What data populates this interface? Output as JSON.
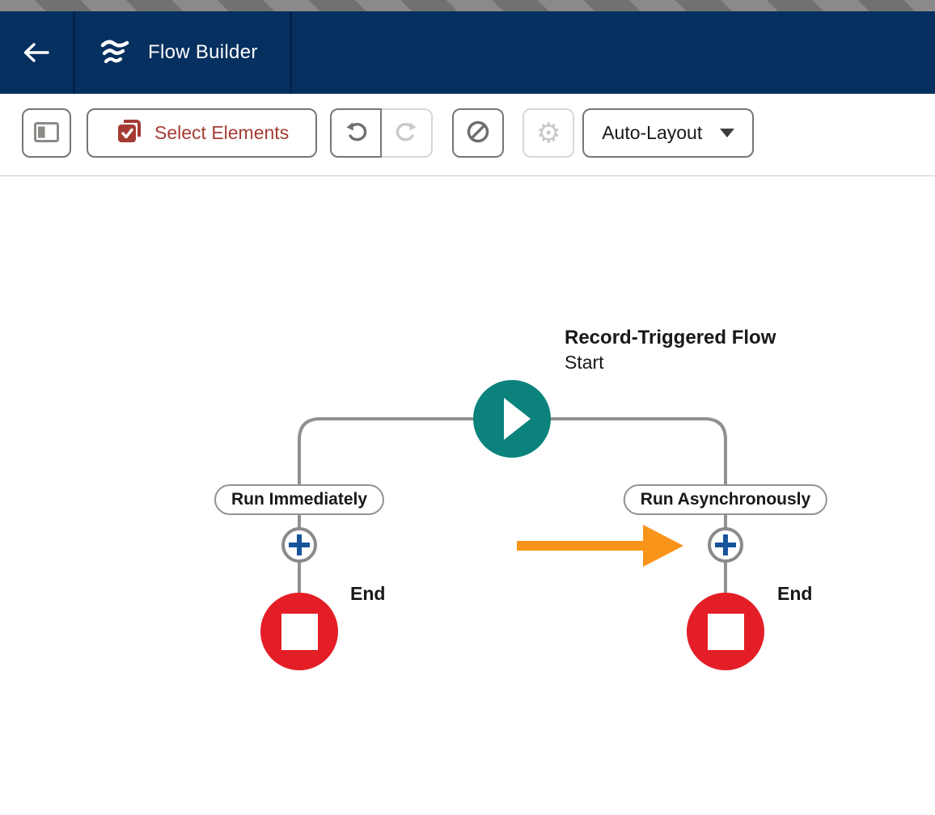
{
  "header": {
    "app_title": "Flow Builder"
  },
  "toolbar": {
    "select_elements_label": "Select Elements",
    "auto_layout_label": "Auto-Layout",
    "undo_enabled": true,
    "redo_enabled": false,
    "gear_enabled": false
  },
  "canvas": {
    "start": {
      "title": "Record-Triggered Flow",
      "subtitle": "Start"
    },
    "branches": [
      {
        "label": "Run Immediately"
      },
      {
        "label": "Run Asynchronously"
      }
    ],
    "ends": [
      {
        "label": "End"
      },
      {
        "label": "End"
      }
    ]
  },
  "colors": {
    "header-navy": "#06305F",
    "header-divider": "#02234C",
    "stripe-light": "#8A8A8A",
    "stripe-dark": "#717171",
    "toolbar-border": "#767676",
    "toolbar-border-disabled": "#D7D7D5",
    "icon-gray": "#706E6B",
    "icon-gray-disabled": "#C9C9C7",
    "select-red": "#A43C34",
    "connector-gray": "#919191",
    "node-teal": "#0B827C",
    "node-red": "#E41E26",
    "plus-blue": "#17549B",
    "arrow-orange": "#F9941A",
    "text-dark": "#181818",
    "pill-border": "#939393"
  }
}
